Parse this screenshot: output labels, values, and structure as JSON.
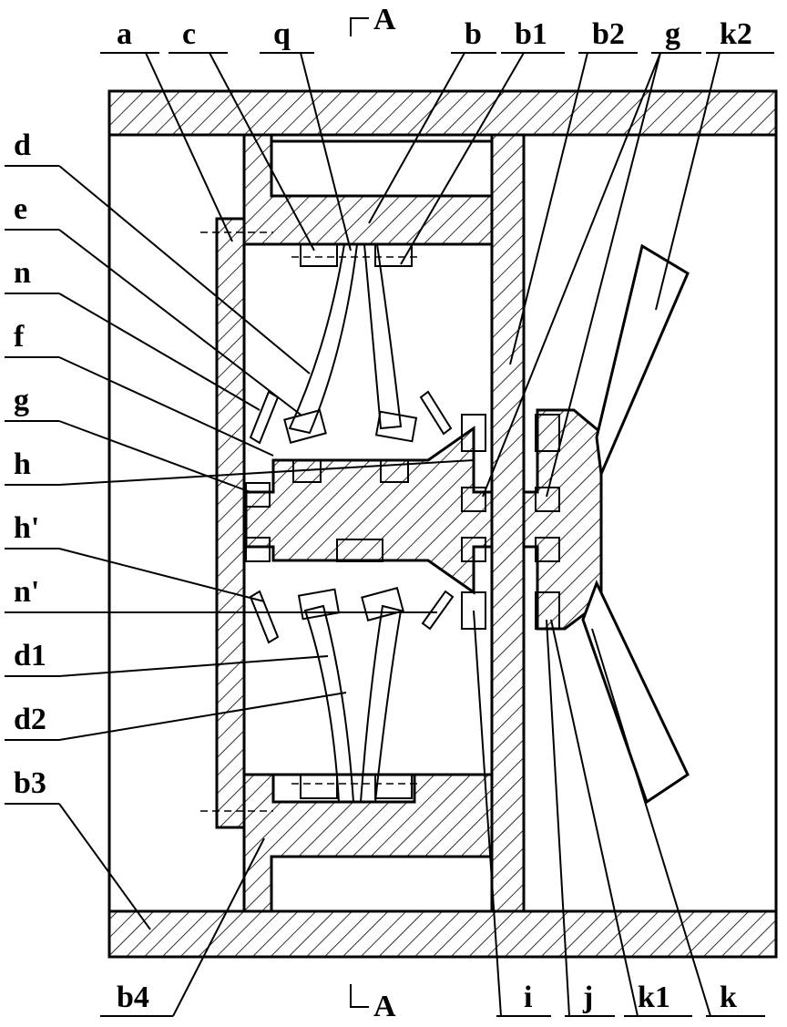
{
  "figure": {
    "section_marker": "A",
    "top_labels": [
      "a",
      "c",
      "q",
      "b",
      "b1",
      "b2",
      "g",
      "k2"
    ],
    "left_labels": [
      "d",
      "e",
      "n",
      "f",
      "g",
      "h",
      "h'",
      "n'",
      "d1",
      "d2",
      "b3"
    ],
    "bottom_labels": [
      "b4",
      "i",
      "j",
      "k1",
      "k"
    ]
  }
}
